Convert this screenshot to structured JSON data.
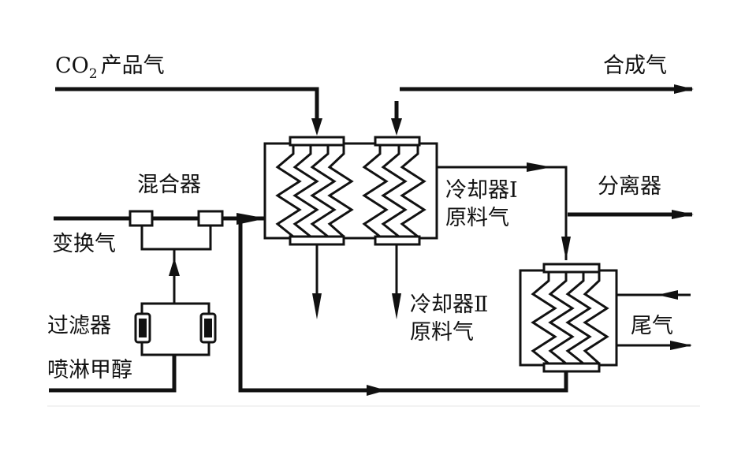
{
  "labels": {
    "co2_prefix": "CO",
    "co2_sub": "2",
    "co2_suffix": "产品气",
    "syngas": "合成气",
    "mixer": "混合器",
    "shift_gas": "变换气",
    "filter": "过滤器",
    "spray_methanol": "喷淋甲醇",
    "cooler1_line1": "冷却器Ⅰ",
    "cooler1_line2": "原料气",
    "cooler2_line1": "冷却器Ⅱ",
    "cooler2_line2": "原料气",
    "separator": "分离器",
    "tail_gas": "尾气"
  }
}
